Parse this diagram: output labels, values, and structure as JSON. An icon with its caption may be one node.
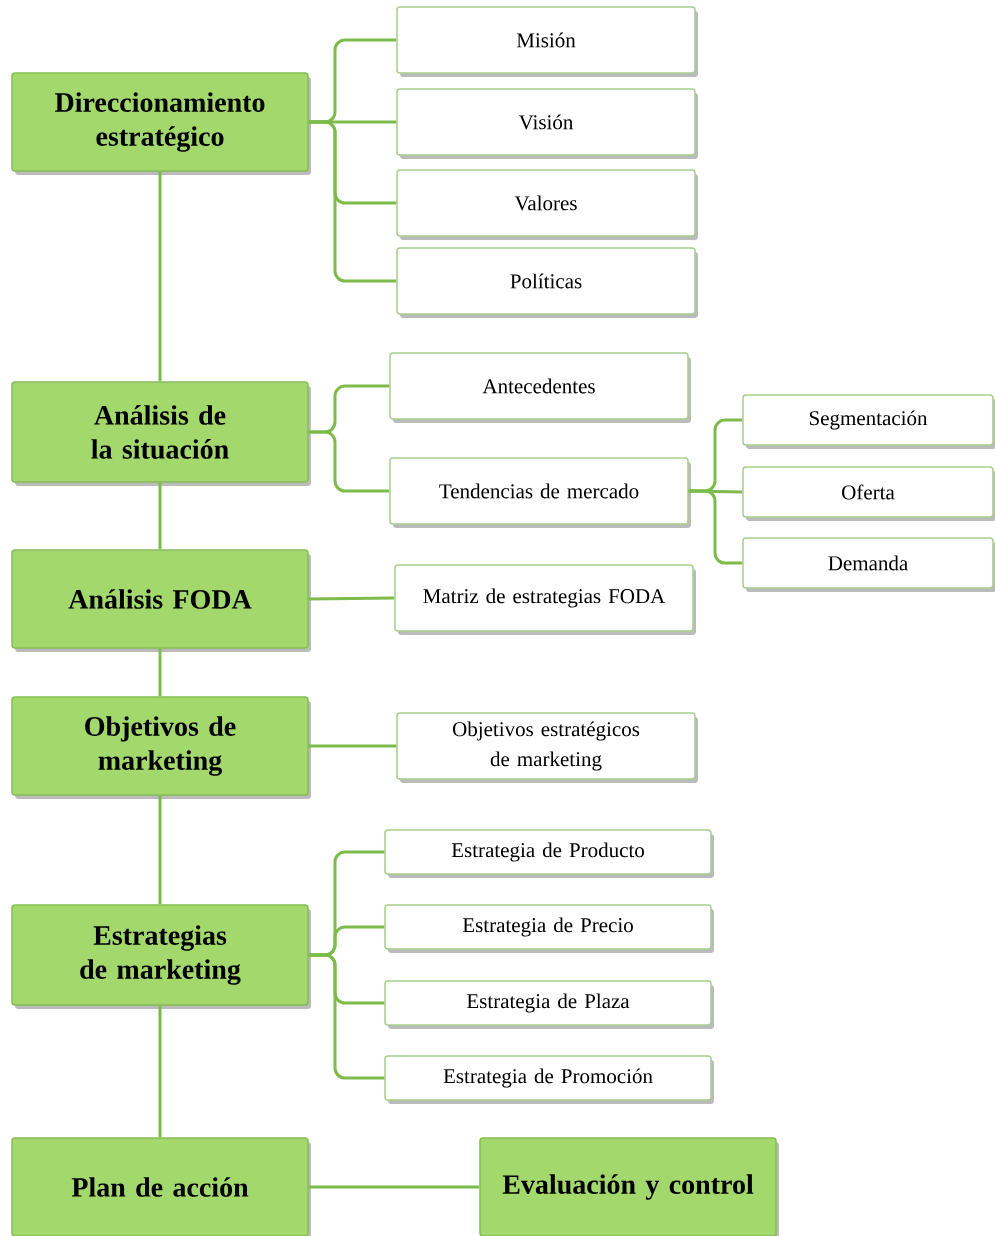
{
  "diagram": {
    "nodes": [
      {
        "text": [
          "Direccionamiento estratégico"
        ]
      },
      {
        "text": [
          "Misión"
        ]
      },
      {
        "text": [
          "Visión"
        ]
      },
      {
        "text": [
          "Valores"
        ]
      },
      {
        "text": [
          "Políticas"
        ]
      },
      {
        "text": [
          "Análisis de la situación"
        ]
      },
      {
        "text": [
          "Antecedentes"
        ]
      },
      {
        "text": [
          "Tendencias de mercado"
        ]
      },
      {
        "text": [
          "Segmentación"
        ]
      },
      {
        "text": [
          "Oferta"
        ]
      },
      {
        "text": [
          "Demanda"
        ]
      },
      {
        "text": [
          "Análisis FODA"
        ]
      },
      {
        "text": [
          "Matriz de estrategias FODA"
        ]
      },
      {
        "text": [
          "Objetivos de marketing"
        ]
      },
      {
        "text": [
          "Objetivos estratégicos de marketing"
        ]
      },
      {
        "text": [
          "Estrategias de marketing"
        ]
      },
      {
        "text": [
          "Estrategia de Producto"
        ]
      },
      {
        "text": [
          "Estrategia de Precio"
        ]
      },
      {
        "text": [
          "Estrategia de Plaza"
        ]
      },
      {
        "text": [
          "Estrategia de Promoción"
        ]
      },
      {
        "text": [
          "Plan de acción"
        ]
      },
      {
        "text": [
          "Evaluación y control"
        ]
      }
    ],
    "edges": [
      {
        "from": 0,
        "to": 1,
        "arrow": "none"
      },
      {
        "from": 0,
        "to": 2,
        "arrow": "none"
      },
      {
        "from": 0,
        "to": 3,
        "arrow": "none"
      },
      {
        "from": 0,
        "to": 4,
        "arrow": "none"
      },
      {
        "from": 0,
        "to": 5,
        "arrow": "none"
      },
      {
        "from": 5,
        "to": 6,
        "arrow": "none"
      },
      {
        "from": 5,
        "to": 7,
        "arrow": "none"
      },
      {
        "from": 7,
        "to": 8,
        "arrow": "none"
      },
      {
        "from": 7,
        "to": 9,
        "arrow": "none"
      },
      {
        "from": 7,
        "to": 10,
        "arrow": "none"
      },
      {
        "from": 5,
        "to": 11,
        "arrow": "none"
      },
      {
        "from": 11,
        "to": 12,
        "arrow": "none"
      },
      {
        "from": 11,
        "to": 13,
        "arrow": "none"
      },
      {
        "from": 13,
        "to": 14,
        "arrow": "none"
      },
      {
        "from": 13,
        "to": 15,
        "arrow": "none"
      },
      {
        "from": 15,
        "to": 16,
        "arrow": "none"
      },
      {
        "from": 15,
        "to": 17,
        "arrow": "none"
      },
      {
        "from": 15,
        "to": 18,
        "arrow": "none"
      },
      {
        "from": 15,
        "to": 19,
        "arrow": "none"
      },
      {
        "from": 15,
        "to": 20,
        "arrow": "none"
      },
      {
        "from": 20,
        "to": 21,
        "arrow": "none"
      }
    ]
  }
}
